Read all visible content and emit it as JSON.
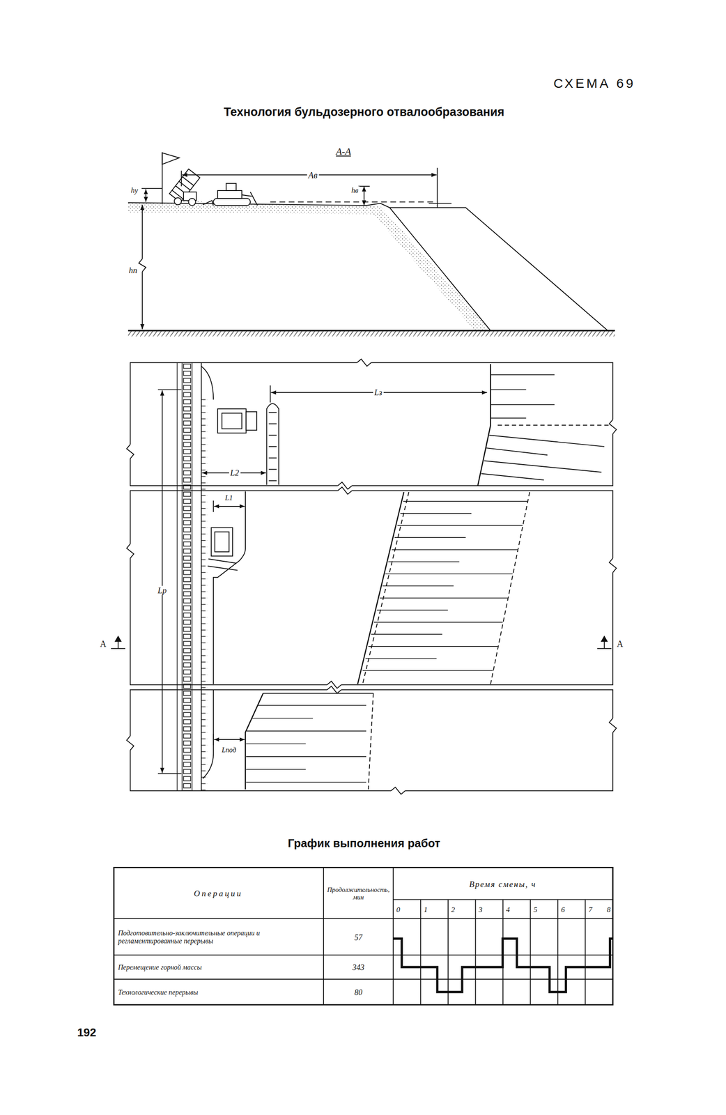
{
  "diagram": {
    "title": "Технология бульдозерного отвалообразования",
    "labels": [
      "СХЕМА 69",
      "А-А",
      "hу",
      "Aв",
      "hв",
      "hп",
      "Lз",
      "L2",
      "L1",
      "Lр",
      "А",
      "А",
      "Lпод",
      "График выполнения работ",
      "Операции",
      "Продолжительность, мин",
      "Время смены, ч",
      "0",
      "1",
      "2",
      "3",
      "4",
      "5",
      "6",
      "7",
      "8",
      "Подготовительно-заключительные операции и регламентированные перерывы",
      "57",
      "Перемещение горной массы",
      "343",
      "Технологические перерывы",
      "80",
      "192"
    ]
  }
}
